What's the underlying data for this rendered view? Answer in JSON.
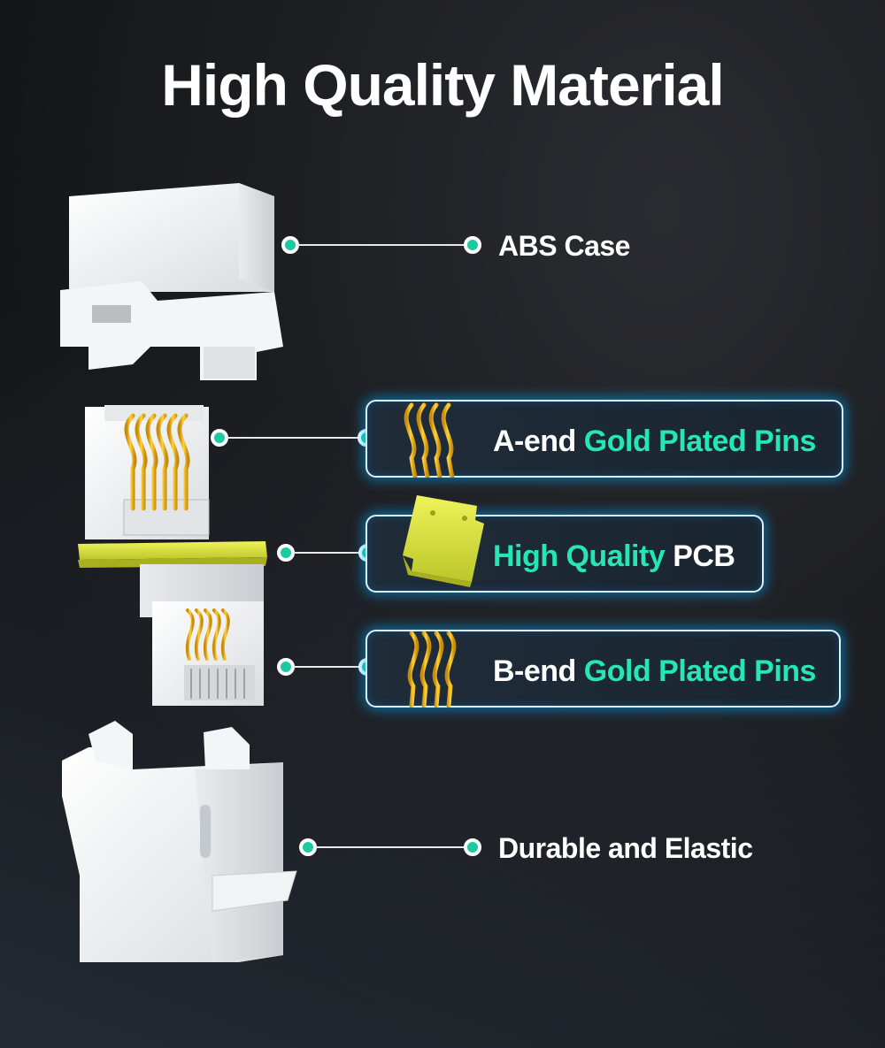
{
  "title": "High Quality Material",
  "colors": {
    "accent": "#27e6b5",
    "dot": "#1dc9a0",
    "card_glow": "#00aaff",
    "gold": "#f2b418",
    "pcb": "#e3ea4a"
  },
  "callouts": {
    "abs_case": "ABS Case",
    "a_end": {
      "prefix": "A-end",
      "highlight": "Gold Plated Pins"
    },
    "pcb": {
      "highlight": "High Quality",
      "suffix": "PCB"
    },
    "b_end": {
      "prefix": "B-end",
      "highlight": "Gold Plated Pins"
    },
    "durable": "Durable and Elastic"
  },
  "icons": [
    "connector-case-top",
    "gold-pins",
    "pcb-board",
    "connector-case-bottom"
  ]
}
